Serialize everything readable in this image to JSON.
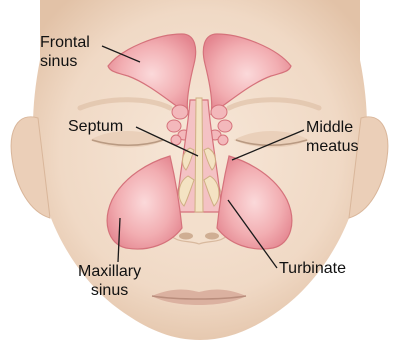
{
  "labels": {
    "frontal_sinus": [
      "Frontal",
      "sinus"
    ],
    "septum": "Septum",
    "middle_meatus": [
      "Middle",
      "meatus"
    ],
    "maxillary_sinus": [
      "Maxillary",
      "sinus"
    ],
    "turbinate": "Turbinate"
  },
  "colors": {
    "skin": "#f2ddcb",
    "skin_shadow": "#e3c4ab",
    "sinus_fill": "#ea9aa0",
    "sinus_light": "#f8d1d2",
    "sinus_outline": "#d5727b",
    "bone": "#f4e3c3",
    "leader_line": "#1a1a1a"
  }
}
